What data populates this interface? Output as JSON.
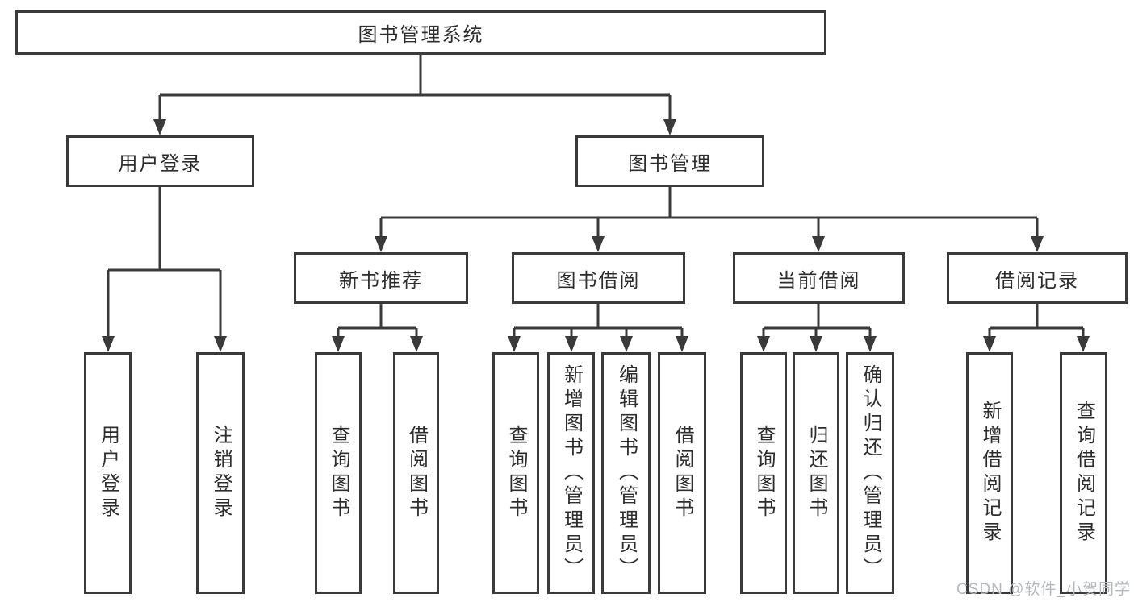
{
  "diagram": {
    "root": {
      "label": "图书管理系统"
    },
    "user_login": {
      "label": "用户登录",
      "children": [
        {
          "label": "用户登录"
        },
        {
          "label": "注销登录"
        }
      ]
    },
    "book_management": {
      "label": "图书管理",
      "sections": [
        {
          "label": "新书推荐",
          "children": [
            {
              "label": "查询图书"
            },
            {
              "label": "借阅图书"
            }
          ]
        },
        {
          "label": "图书借阅",
          "children": [
            {
              "label": "查询图书"
            },
            {
              "label": "新增图书（管理员）"
            },
            {
              "label": "编辑图书（管理员）"
            },
            {
              "label": "借阅图书"
            }
          ]
        },
        {
          "label": "当前借阅",
          "children": [
            {
              "label": "查询图书"
            },
            {
              "label": "归还图书"
            },
            {
              "label": "确认归还（管理员）"
            }
          ]
        },
        {
          "label": "借阅记录",
          "children": [
            {
              "label": "新增借阅记录"
            },
            {
              "label": "查询借阅记录"
            }
          ]
        }
      ]
    },
    "colors": {
      "line": "#3a3a3a",
      "text": "#2d2d2d",
      "background": "#ffffff",
      "watermark": "#b4b8bc"
    }
  },
  "watermark": {
    "text": "CSDN @软件_小贺同学"
  }
}
